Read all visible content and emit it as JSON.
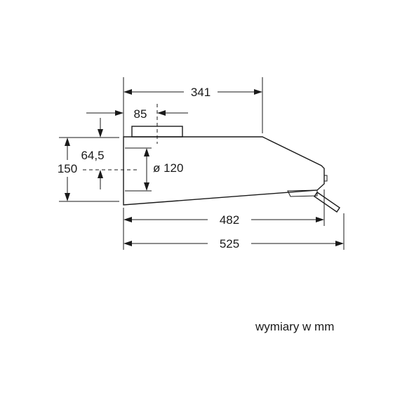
{
  "dimensions": {
    "top_depth": "341",
    "outlet_offset": "85",
    "outlet_center_height": "64,5",
    "total_height": "150",
    "outlet_diameter": "ø 120",
    "body_depth": "482",
    "overall_depth": "525"
  },
  "caption": "wymiary w mm"
}
